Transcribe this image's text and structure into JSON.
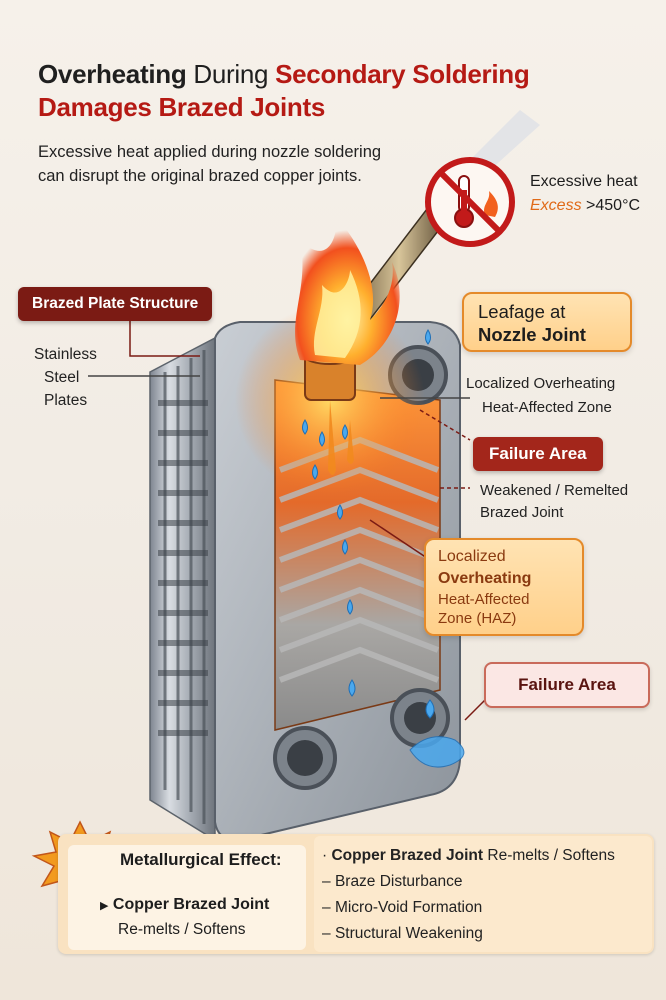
{
  "title": {
    "part1": "Overheating",
    "part2": "During",
    "part3": "Secondary Soldering",
    "line2": "Damages Brazed Joints"
  },
  "subtitle": {
    "line1": "Excessive heat applied during nozzle soldering",
    "line2": "can disrupt the original brazed copper joints."
  },
  "heat_warning": {
    "label": "Excessive heat",
    "excess_word": "Excess",
    "threshold": ">450°C",
    "icon": "no-thermometer-fire-icon"
  },
  "structure": {
    "pill": "Brazed Plate Structure",
    "plates_label": [
      "Stainless",
      "Steel",
      "Plates"
    ]
  },
  "leakage_callout": {
    "line1": "Leafage at",
    "line2": "Nozzle Joint",
    "icon": "water-drop-icon"
  },
  "overheat_top": {
    "line1": "Localized Overheating",
    "line2": "Heat-Affected Zone"
  },
  "failure_area_1": {
    "pill": "Failure Area",
    "desc1": "Weakened / Remelted",
    "desc2": "Brazed Joint"
  },
  "overheat_callout": {
    "line1": "Localized",
    "line2": "Overheating",
    "line3": "Heat-Affected",
    "line4": "Zone (HAZ)"
  },
  "failure_area_2": {
    "pill": "Failure Area"
  },
  "metallurgical": {
    "title": "Metallurgical Effect:",
    "left_bold": "Copper Brazed Joint",
    "left_sub": "Re-melts / Softens",
    "right_head_bold": "Copper Brazed Joint",
    "right_head_rest": "Re-melts / Softens",
    "items": [
      "Braze Disturbance",
      "Micro-Void Formation",
      "Structural Weakening"
    ]
  },
  "colors": {
    "accent_red": "#b51a14",
    "pill_dark": "#7b1b14",
    "orange": "#e48a2a",
    "water": "#3a9fe6"
  }
}
